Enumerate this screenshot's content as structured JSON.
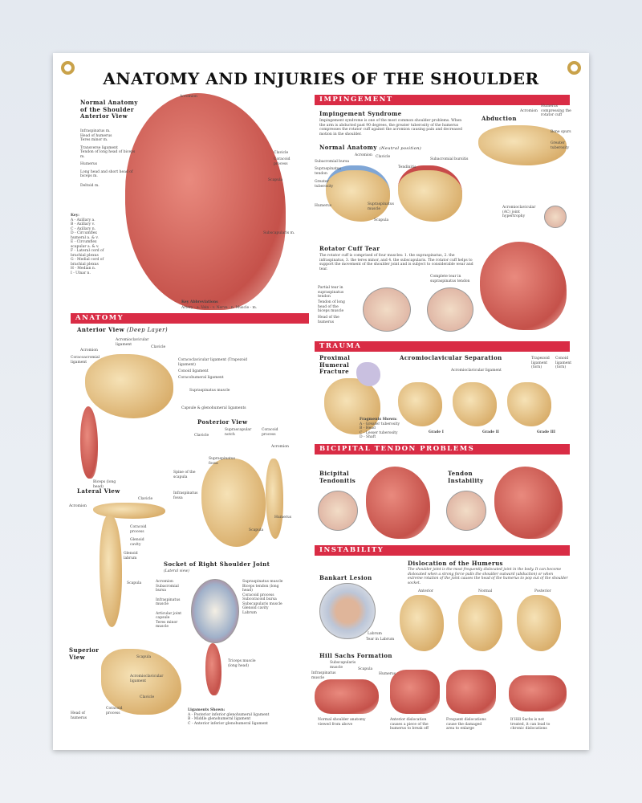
{
  "title": "ANATOMY AND INJURIES OF THE SHOULDER",
  "colors": {
    "banner": "#d92c45",
    "background": "#e8ecf2"
  },
  "normal_anatomy": {
    "heading": "Normal Anatomy of the Shoulder Anterior View",
    "labels": [
      "Infraspinatus m.",
      "Head of humerus",
      "Teres minor m.",
      "Transverse ligament",
      "Tendon of long head of biceps m.",
      "Humerus",
      "Long head and short head of biceps m.",
      "Deltoid m."
    ],
    "key_heading": "Key:",
    "key": [
      "A - Axillary a.",
      "B - Axillary v.",
      "C - Axillary n.",
      "D - Circumflex humeral a. & v.",
      "E - Circumflex scapular a. & v.",
      "F - Lateral cord of brachial plexus",
      "G - Medial cord of brachial plexus",
      "H - Median n.",
      "I - Ulnar n."
    ],
    "right_labels": [
      "Acromion",
      "Clavicle",
      "Coracoid process",
      "Scapula",
      "Subscapularis m."
    ],
    "abbr_heading": "Key Abbreviations",
    "abbr": "Artery - a.   Vein - v.   Nerve - n.   Muscle - m."
  },
  "anatomy": {
    "banner": "ANATOMY",
    "anterior": {
      "heading": "Anterior View",
      "sub": "(Deep Layer)",
      "labels": [
        "Acromion",
        "Acromioclavicular ligament",
        "Clavicle",
        "Coracoacromial ligament",
        "Coracoclavicular ligament (Trapezoid ligament)",
        "Conoid ligament",
        "Coracohumeral ligament",
        "Supraspinatus muscle",
        "Capsule & glenohumeral ligaments",
        "Biceps (long head)"
      ]
    },
    "posterior": {
      "heading": "Posterior View",
      "labels": [
        "Clavicle",
        "Suprascapular notch",
        "Coracoid process",
        "Acromion",
        "Supraspinatus fossa",
        "Spine of the scapula",
        "Infraspinatus fossa",
        "Humerus",
        "Scapula"
      ]
    },
    "lateral": {
      "heading": "Lateral View",
      "labels": [
        "Acromion",
        "Clavicle",
        "Coracoid process",
        "Glenoid cavity",
        "Glenoid labrum",
        "Scapula"
      ]
    },
    "socket": {
      "heading": "Socket of Right Shoulder Joint",
      "sub": "(Lateral view)",
      "labels": [
        "Acromion",
        "Subacromial bursa",
        "Infraspinatus muscle",
        "Articular joint capsule",
        "Teres minor muscle",
        "Supraspinatus muscle",
        "Biceps tendon (long head)",
        "Coracoid process",
        "Subcoracoid bursa",
        "Subscapularis muscle",
        "Glenoid cavity",
        "Labrum",
        "Triceps muscle (long head)"
      ],
      "lig_heading": "Ligaments Shown:",
      "ligaments": [
        "A - Posterior inferior glenohumeral ligament",
        "B - Middle glenohumeral ligament",
        "C - Anterior inferior glenohumeral ligament"
      ]
    },
    "superior": {
      "heading": "Superior View",
      "labels": [
        "Scapula",
        "Acromioclavicular ligament",
        "Clavicle",
        "Coracoid process",
        "Head of humerus"
      ]
    }
  },
  "impingement": {
    "banner": "IMPINGEMENT",
    "syndrome_heading": "Impingement Syndrome",
    "syndrome_text": "Impingement syndrome is one of the most common shoulder problems. When the arm is abducted past 90 degrees, the greater tuberosity of the humerus compresses the rotator cuff against the acromion causing pain and decreased motion in the shoulder.",
    "abduction_heading": "Abduction",
    "abduction_labels": [
      "Acromion",
      "Humerus compressing the rotator cuff",
      "Bone spurs",
      "Greater tuberosity"
    ],
    "normal_heading": "Normal Anatomy",
    "normal_sub": "(Neutral position)",
    "normal_labels": [
      "Subacromial bursa",
      "Acromion",
      "Clavicle",
      "Supraspinatus tendon",
      "Greater tuberosity",
      "Humerus",
      "Supraspinatus muscle",
      "Scapula",
      "Subacromial bursitis",
      "Tendinitis"
    ],
    "ac_label": "Acromioclavicular (AC) joint hypertrophy",
    "tear_heading": "Rotator Cuff Tear",
    "tear_text": "The rotator cuff is comprised of four muscles: 1. the supraspinatus, 2. the infraspinatus, 3. the teres minor, and 4. the subscapularis. The rotator cuff helps to support the movement of the shoulder joint and is subject to considerable wear and tear.",
    "tear_labels": [
      "Partial tear in supraspinatus tendon",
      "Tendon of long head of the biceps muscle",
      "Head of the humerus",
      "Complete tear in supraspinatus tendon"
    ]
  },
  "trauma": {
    "banner": "TRAUMA",
    "fracture_heading": "Proximal Humeral Fracture",
    "frag_heading": "Fragments Shown:",
    "fragments": [
      "A - Greater tuberosity",
      "B - Head",
      "C - Lesser tuberosity",
      "D - Shaft"
    ],
    "ac_heading": "Acromioclavicular Separation",
    "ac_ligament": "Acromioclavicular ligament",
    "trap_label": "Trapezoid ligament (torn)",
    "conoid_label": "Conoid ligament (torn)",
    "grades": [
      "Grade I",
      "Grade II",
      "Grade III"
    ]
  },
  "bicipital": {
    "banner": "BICIPITAL TENDON PROBLEMS",
    "tendonitis": "Bicipital Tendonitis",
    "instability": "Tendon Instability"
  },
  "instability": {
    "banner": "INSTABILITY",
    "bankart_heading": "Bankart Lesion",
    "bankart_labels": [
      "Labrum",
      "Tear in Labrum"
    ],
    "dislocation_heading": "Dislocation of the Humerus",
    "dislocation_text": "The shoulder joint is the most frequently dislocated joint in the body. It can become dislocated when a strong force pulls the shoulder outward (abduction) or when extreme rotation of the joint causes the head of the humerus to pop out of the shoulder socket.",
    "views": [
      "Anterior",
      "Normal",
      "Posterior"
    ],
    "hill_heading": "Hill Sachs Formation",
    "hill_labels": [
      "Subscapularis muscle",
      "Infraspinatus muscle",
      "Scapula",
      "Humerus"
    ],
    "captions": [
      "Normal shoulder anatomy viewed from above",
      "Anterior dislocation causes a piece of the humerus to break off",
      "Frequent dislocations cause the damaged area to enlarge",
      "If Hill Sachs is not treated, it can lead to chronic dislocations"
    ]
  }
}
